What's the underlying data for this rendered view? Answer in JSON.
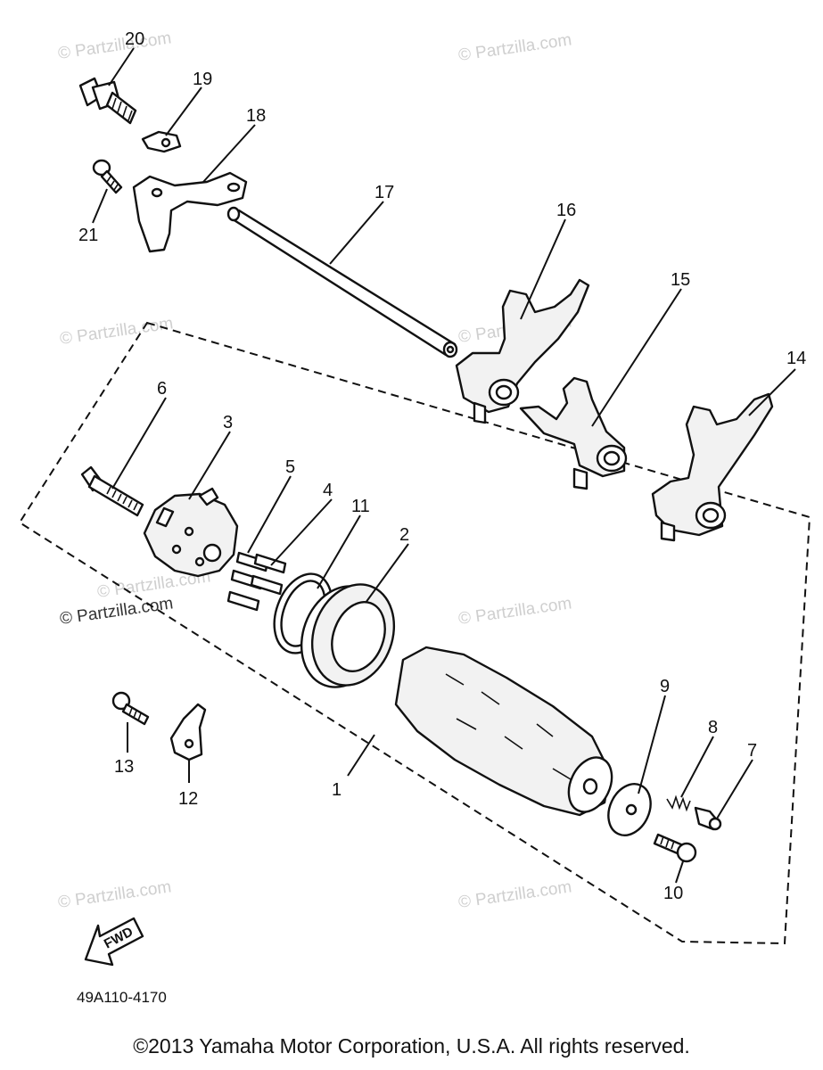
{
  "watermarks": [
    "© Partzilla.com",
    "© Partzilla.com",
    "© Partzilla.com",
    "© Partzilla.com",
    "© Partzilla.com",
    "© Partzilla.com",
    "© Partzilla.com",
    "© Partzilla.com"
  ],
  "watermark_dark": "© Partzilla.com",
  "callouts": [
    "20",
    "19",
    "18",
    "21",
    "17",
    "16",
    "15",
    "14",
    "6",
    "3",
    "5",
    "4",
    "11",
    "2",
    "9",
    "8",
    "7",
    "13",
    "12",
    "1",
    "10"
  ],
  "fwd_label": "FWD",
  "diagram_code": "49A110-4170",
  "copyright": "©2013 Yamaha Motor Corporation, U.S.A. All rights reserved."
}
